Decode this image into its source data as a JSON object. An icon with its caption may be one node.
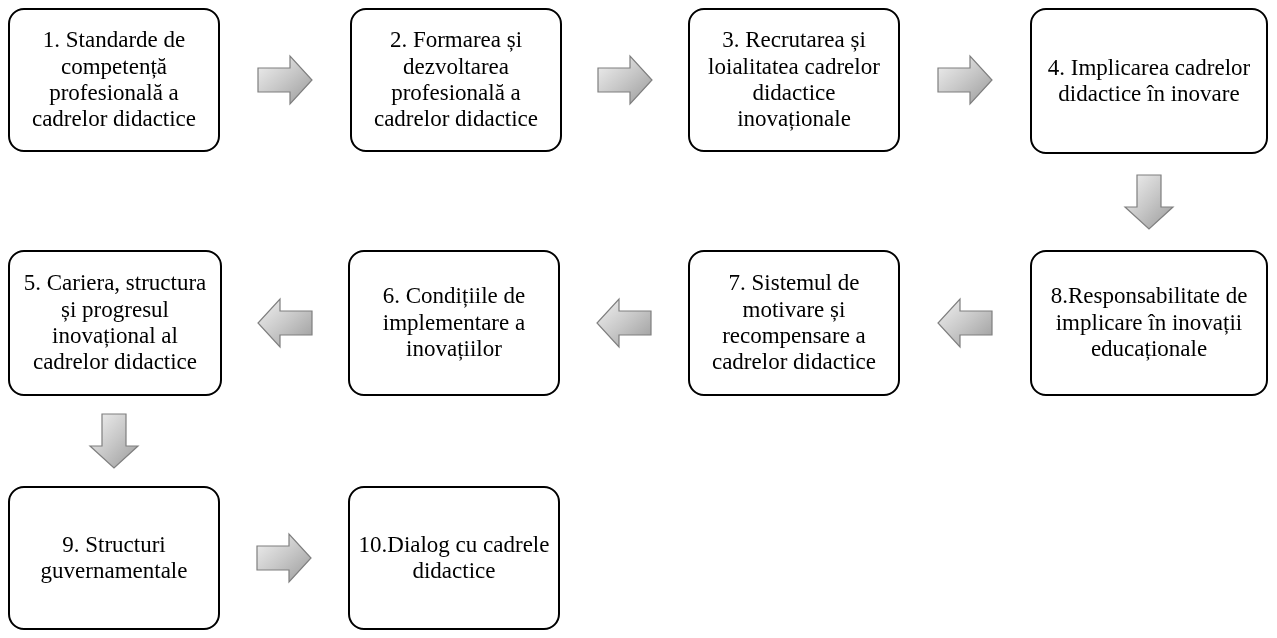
{
  "diagram": {
    "nodes": [
      {
        "text": [
          "1. Standarde de competență profesională a cadrelor didactice"
        ]
      },
      {
        "text": [
          "2. Formarea și dezvoltarea profesională a cadrelor didactice"
        ]
      },
      {
        "text": [
          "3. Recrutarea și loialitatea cadrelor didactice inovaționale"
        ]
      },
      {
        "text": [
          "4. Implicarea cadrelor didactice în inovare"
        ]
      },
      {
        "text": [
          "5. Cariera, structura și progresul inovațional al cadrelor didactice"
        ]
      },
      {
        "text": [
          "6. Condițiile de implementare a inovațiilor"
        ]
      },
      {
        "text": [
          "7. Sistemul de motivare și recompensare a cadrelor didactice"
        ]
      },
      {
        "text": [
          "8.Responsabilitate de implicare în inovații educaționale"
        ]
      },
      {
        "text": [
          "9. Structuri guvernamentale"
        ]
      },
      {
        "text": [
          "10.Dialog cu cadrele didactice"
        ]
      }
    ],
    "edges": [
      {
        "from": 0,
        "to": 1,
        "arrow": "to"
      },
      {
        "from": 1,
        "to": 2,
        "arrow": "to"
      },
      {
        "from": 2,
        "to": 3,
        "arrow": "to"
      },
      {
        "from": 3,
        "to": 7,
        "arrow": "to"
      },
      {
        "from": 7,
        "to": 6,
        "arrow": "to"
      },
      {
        "from": 6,
        "to": 5,
        "arrow": "to"
      },
      {
        "from": 5,
        "to": 4,
        "arrow": "to"
      },
      {
        "from": 4,
        "to": 8,
        "arrow": "to"
      },
      {
        "from": 8,
        "to": 9,
        "arrow": "to"
      }
    ]
  }
}
